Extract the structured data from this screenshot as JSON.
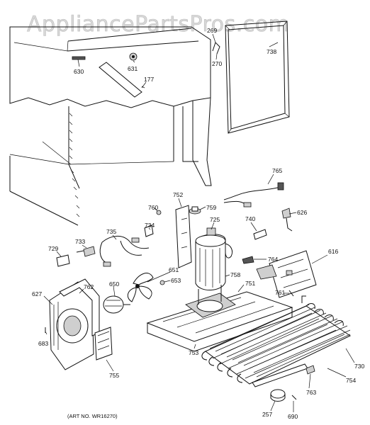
{
  "watermark": "AppliancePartsPros.com",
  "art_number": "(ART NO. WR16270)",
  "callouts": {
    "c630": "630",
    "c631": "631",
    "c177": "177",
    "c269": "269",
    "c270": "270",
    "c738": "738",
    "c765": "765",
    "c752": "752",
    "c760": "760",
    "c759": "759",
    "c725": "725",
    "c740": "740",
    "c626": "626",
    "c735": "735",
    "c733": "733",
    "c734": "734",
    "c729": "729",
    "c764": "764",
    "c616": "616",
    "c651": "651",
    "c758": "758",
    "c653": "653",
    "c751": "751",
    "c650": "650",
    "c762": "762",
    "c627": "627",
    "c761": "761",
    "c683": "683",
    "c730": "730",
    "c753": "753",
    "c754": "754",
    "c755": "755",
    "c763": "763",
    "c257": "257",
    "c690": "690"
  }
}
